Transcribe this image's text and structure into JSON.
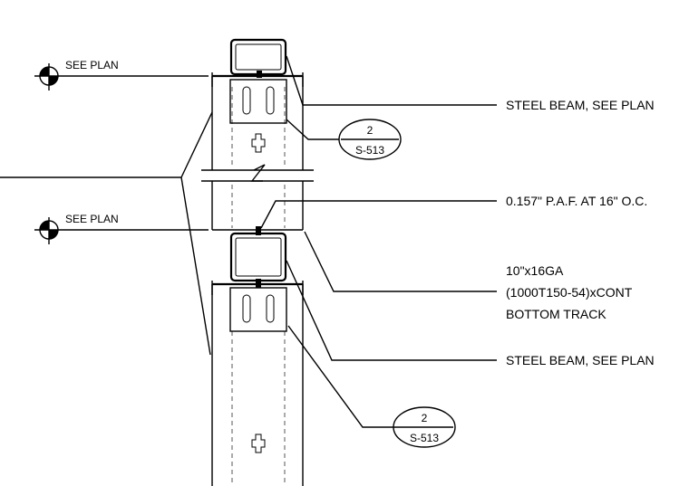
{
  "notes": {
    "see_plan_top": "SEE PLAN",
    "see_plan_bottom": "SEE PLAN",
    "steel_beam_top": "STEEL BEAM, SEE PLAN",
    "paf": "0.157\" P.A.F. AT 16\" O.C.",
    "track_line1": "10\"x16GA",
    "track_line2": "(1000T150-54)xCONT",
    "track_line3": "BOTTOM TRACK",
    "steel_beam_bottom": "STEEL BEAM, SEE PLAN"
  },
  "callouts": {
    "upper": {
      "number": "2",
      "sheet": "S-513"
    },
    "lower": {
      "number": "2",
      "sheet": "S-513"
    }
  },
  "colors": {
    "ink": "#000000",
    "background": "#ffffff",
    "centerline": "#555555"
  }
}
